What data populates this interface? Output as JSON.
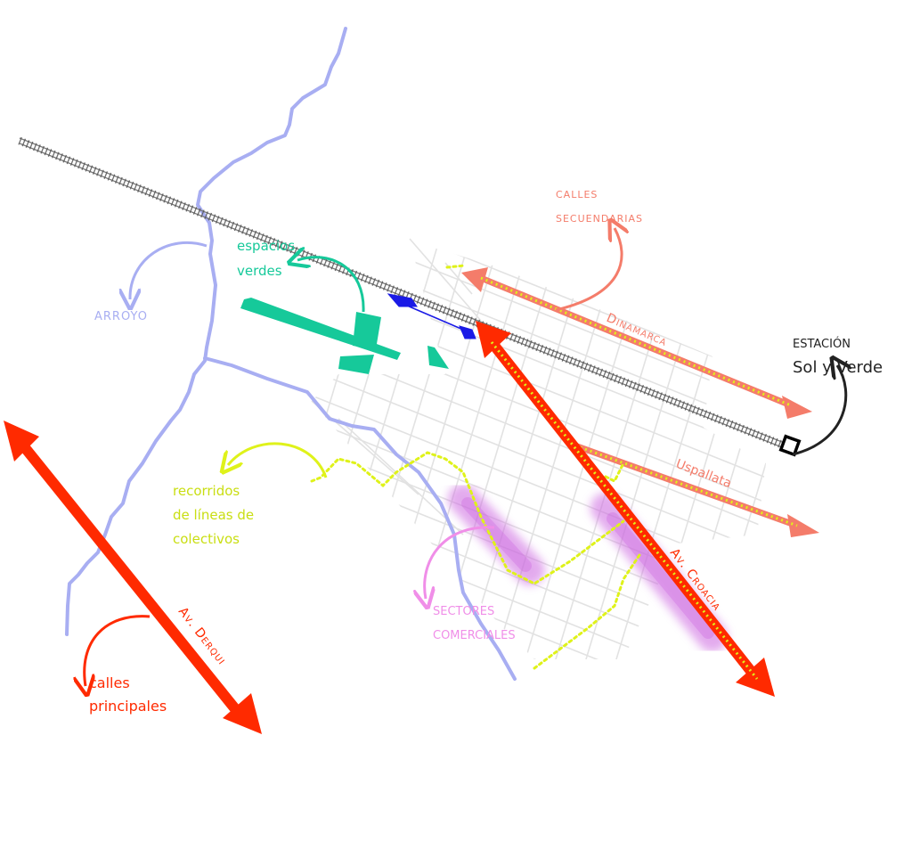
{
  "colors": {
    "arroyo": "#a8aef2",
    "rail": "#7a7a7a",
    "main_street": "#ff2a00",
    "secondary_street": "#f47c6a",
    "bus_route": "#dff21a",
    "green": "#16c99a",
    "commercial": "#cc66e0",
    "commercial_label": "#f08ee8",
    "station": "#222222",
    "blue_building": "#1a1ae6",
    "street_grid": "#e2e2e2"
  },
  "labels": {
    "arroyo": "ARROYO",
    "espacios_verdes_1": "espacios",
    "espacios_verdes_2": "verdes",
    "calles_secundarias_1": "calles",
    "calles_secundarias_2": "secuendarias",
    "dinamarca": "Dinamarca",
    "estacion_1": "ESTACIÓN",
    "estacion_2": "Sol y Verde",
    "uspallata": "Uspallata",
    "recorridos_1": "recorridos",
    "recorridos_2": "de líneas de",
    "recorridos_3": "colectivos",
    "av_croacia": "Av. Croacia",
    "sectores_1": "SECTORES",
    "sectores_2": "COMERCIALES",
    "av_derqui": "Av. Derqui",
    "calles_principales_1": "calles",
    "calles_principales_2": "principales"
  },
  "legend_icons": {
    "arroyo": "curved-arrow-icon",
    "espacios_verdes": "curved-arrow-icon",
    "calles_secundarias": "curved-arrow-icon",
    "estacion": "curved-arrow-icon",
    "recorridos": "curved-arrow-icon",
    "sectores": "curved-arrow-icon",
    "calles_principales": "curved-arrow-icon"
  }
}
